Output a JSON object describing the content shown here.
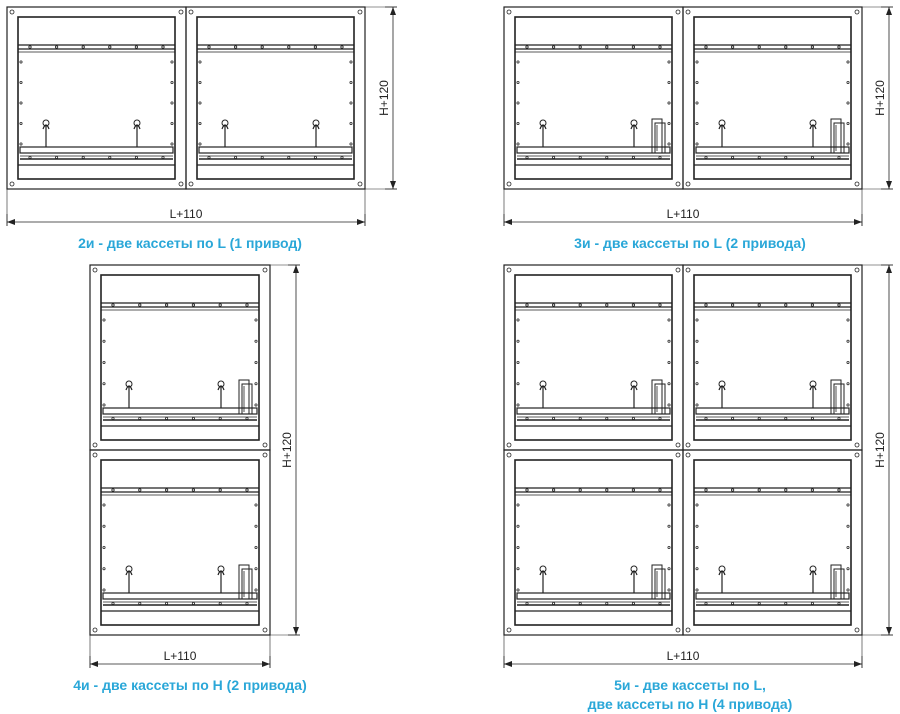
{
  "diagrams": [
    {
      "id": "2i",
      "caption": [
        "2и - две кассеты по L (1 привод)"
      ],
      "width_label": "L+110",
      "height_label": "H+120",
      "cols": 2,
      "rows": 1,
      "actuators": [
        false,
        false
      ]
    },
    {
      "id": "3i",
      "caption": [
        "3и - две кассеты по L (2 привода)"
      ],
      "width_label": "L+110",
      "height_label": "H+120",
      "cols": 2,
      "rows": 1,
      "actuators": [
        true,
        true
      ]
    },
    {
      "id": "4i",
      "caption": [
        "4и - две кассеты по Н (2 привода)"
      ],
      "width_label": "L+110",
      "height_label": "H+120",
      "cols": 1,
      "rows": 2,
      "actuators": [
        true,
        true
      ]
    },
    {
      "id": "5i",
      "caption": [
        "5и - две кассеты по L,",
        "две кассеты по Н (4 привода)"
      ],
      "width_label": "L+110",
      "height_label": "H+120",
      "cols": 2,
      "rows": 2,
      "actuators": [
        true,
        true,
        true,
        true
      ]
    }
  ],
  "colors": {
    "caption": "#2aa7d8",
    "line": "#222222"
  }
}
